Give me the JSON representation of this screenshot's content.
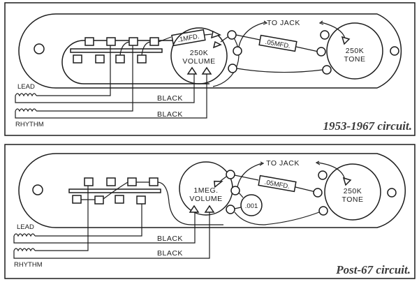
{
  "panels": [
    {
      "caption": "1953-1967 circuit.",
      "volume_pot": {
        "value": "250K",
        "label": "VOLUME"
      },
      "tone_pot": {
        "value": "250K",
        "label": "TONE"
      },
      "cap_volume": ".1MFD.",
      "cap_tone": ".05MFD.",
      "to_jack": "TO JACK",
      "pickups": {
        "lead": "LEAD",
        "rhythm": "RHYTHM"
      },
      "ground_wires": [
        "BLACK",
        "BLACK"
      ]
    },
    {
      "caption": "Post-67 circuit.",
      "volume_pot": {
        "value": "1MEG.",
        "label": "VOLUME"
      },
      "tone_pot": {
        "value": "250K",
        "label": "TONE"
      },
      "cap_tone": ".05MFD.",
      "cap_extra": ".001",
      "to_jack": "TO JACK",
      "pickups": {
        "lead": "LEAD",
        "rhythm": "RHYTHM"
      },
      "ground_wires": [
        "BLACK",
        "BLACK"
      ]
    }
  ],
  "colors": {
    "ink": "#1c1c1c",
    "caption": "#3a3a3a",
    "background": "#ffffff"
  }
}
